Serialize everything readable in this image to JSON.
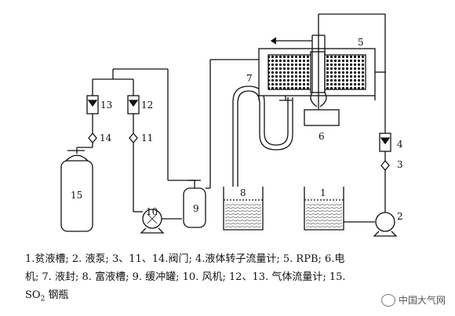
{
  "labels": {
    "n1": "1",
    "n2": "2",
    "n3": "3",
    "n4": "4",
    "n5": "5",
    "n6": "6",
    "n7": "7",
    "n8": "8",
    "n9": "9",
    "n10": "10",
    "n11": "11",
    "n12": "12",
    "n13": "13",
    "n14": "14",
    "n15": "15"
  },
  "caption": {
    "line1": "1.贫液槽; 2. 液泵; 3、11、14.阀门; 4.液体转子流量计; 5. RPB; 6.电",
    "line2": "机; 7. 液封; 8. 富液槽; 9. 缓冲罐; 10. 风机; 12、13. 气体流量计; 15.",
    "line3_pre": "SO",
    "line3_sub": "2",
    "line3_post": " 钢瓶"
  },
  "watermark": "中国大气网"
}
